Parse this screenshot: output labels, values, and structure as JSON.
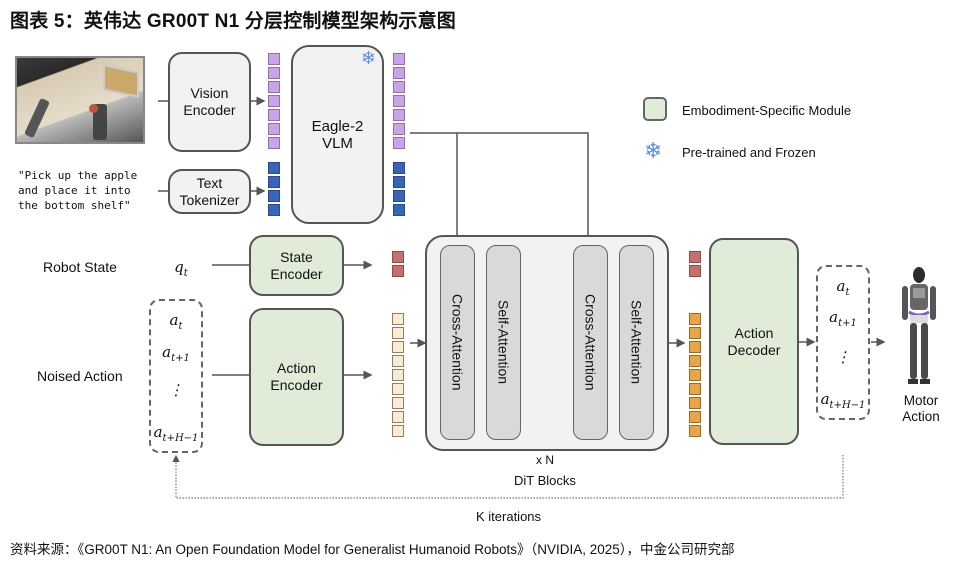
{
  "title": "图表 5：英伟达 GR00T N1 分层控制模型架构示意图",
  "source": "资料来源：《GR00T N1: An Open Foundation Model for Generalist Humanoid Robots》（NVIDIA, 2025），中金公司研究部",
  "inputs": {
    "instruction": "\"Pick up the apple\nand place it into\nthe bottom shelf\"",
    "robot_state_label": "Robot State",
    "robot_state_symbol": "q",
    "robot_state_sub": "t",
    "noised_action_label": "Noised Action"
  },
  "modules": {
    "vision_encoder": "Vision\nEncoder",
    "text_tokenizer": "Text\nTokenizer",
    "vlm": "Eagle-2\nVLM",
    "state_encoder": "State\nEncoder",
    "action_encoder": "Action\nEncoder",
    "action_decoder": "Action\nDecoder"
  },
  "dit": {
    "blocks": [
      "Cross-Attention",
      "Self-Attention",
      "Cross-Attention",
      "Self-Attention"
    ],
    "repeat": "x N",
    "label": "DiT Blocks"
  },
  "action_sequence": {
    "items": [
      {
        "base": "a",
        "sub": "t"
      },
      {
        "base": "a",
        "sub": "t+1"
      },
      {
        "base": "⋮",
        "sub": ""
      },
      {
        "base": "a",
        "sub": "t+H−1"
      }
    ]
  },
  "output": {
    "label": "Motor\nAction"
  },
  "loop_label": "K iterations",
  "legend": {
    "items": [
      {
        "icon": "green-module-swatch",
        "label": "Embodiment-Specific Module"
      },
      {
        "icon": "snowflake-icon",
        "label": "Pre-trained and Frozen"
      }
    ]
  },
  "colors": {
    "embodiment_green": "#e0ebd8",
    "frozen_blue": "#5b8ee6",
    "vision_token": "#c8a5e6",
    "text_token": "#3a64b9",
    "state_token": "#c6706e",
    "action_token_in": "#fbebd1",
    "action_token_out": "#e8a547"
  },
  "token_counts": {
    "vision": 7,
    "text": 4,
    "state": 2,
    "action": 9
  }
}
